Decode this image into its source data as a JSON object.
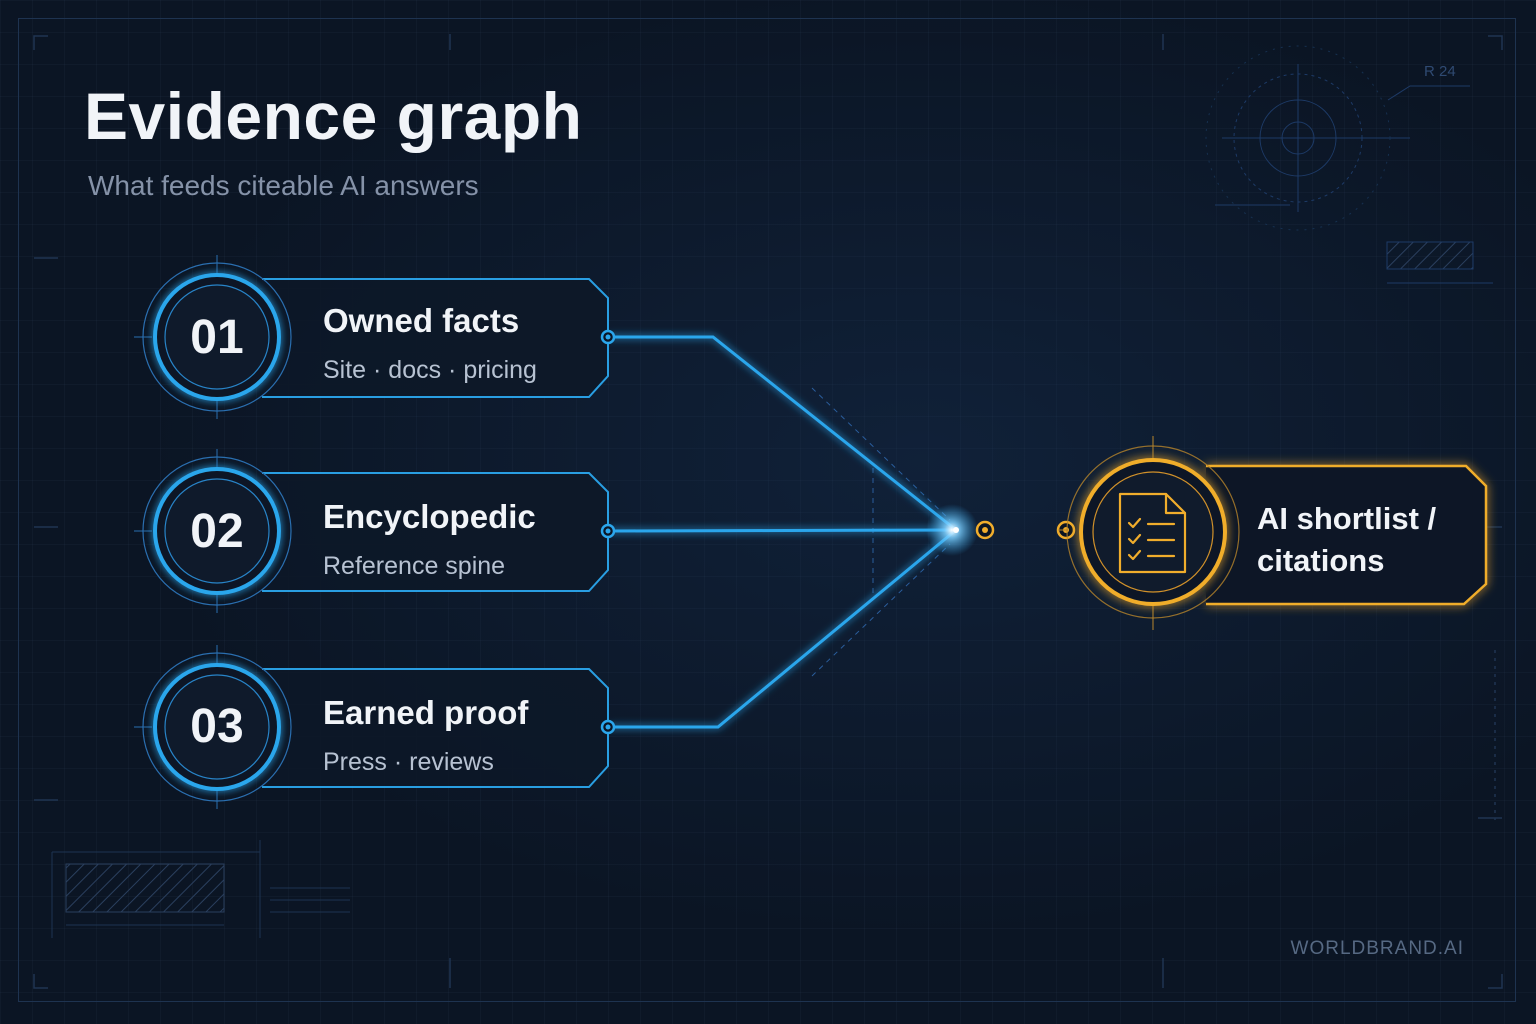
{
  "header": {
    "title": "Evidence graph",
    "subtitle": "What feeds citeable AI answers"
  },
  "sources": [
    {
      "number": "01",
      "title": "Owned facts",
      "detail": "Site · docs · pricing"
    },
    {
      "number": "02",
      "title": "Encyclopedic",
      "detail": "Reference spine"
    },
    {
      "number": "03",
      "title": "Earned proof",
      "detail": "Press · reviews"
    }
  ],
  "output": {
    "label": "AI shortlist / citations",
    "icon": "checklist-document-icon"
  },
  "decor": {
    "radius_label": "R 24"
  },
  "footer": {
    "brand": "WORLDBRAND.AI"
  },
  "colors": {
    "background": "#0b1524",
    "source_accent": "#2ba6ec",
    "output_accent": "#f0ad2c",
    "text": "#f1f4f8",
    "muted_text": "#8592a8"
  }
}
